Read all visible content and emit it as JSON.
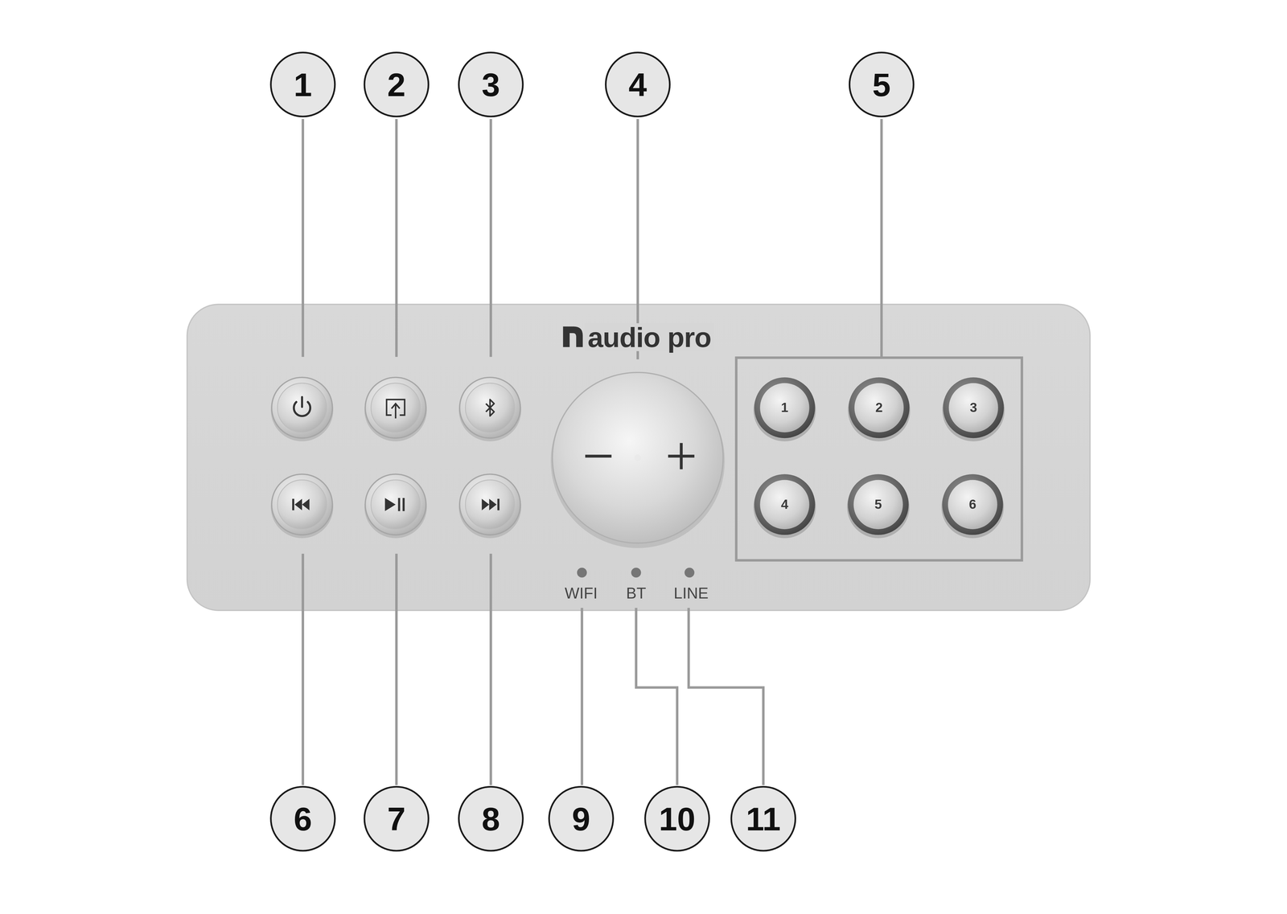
{
  "diagram": {
    "labels": [
      "1",
      "2",
      "3",
      "4",
      "5",
      "audio pro",
      "1",
      "2",
      "3",
      "4",
      "5",
      "6",
      "WIFI",
      "BT",
      "LINE",
      "6",
      "7",
      "8",
      "9",
      "10",
      "11"
    ]
  }
}
